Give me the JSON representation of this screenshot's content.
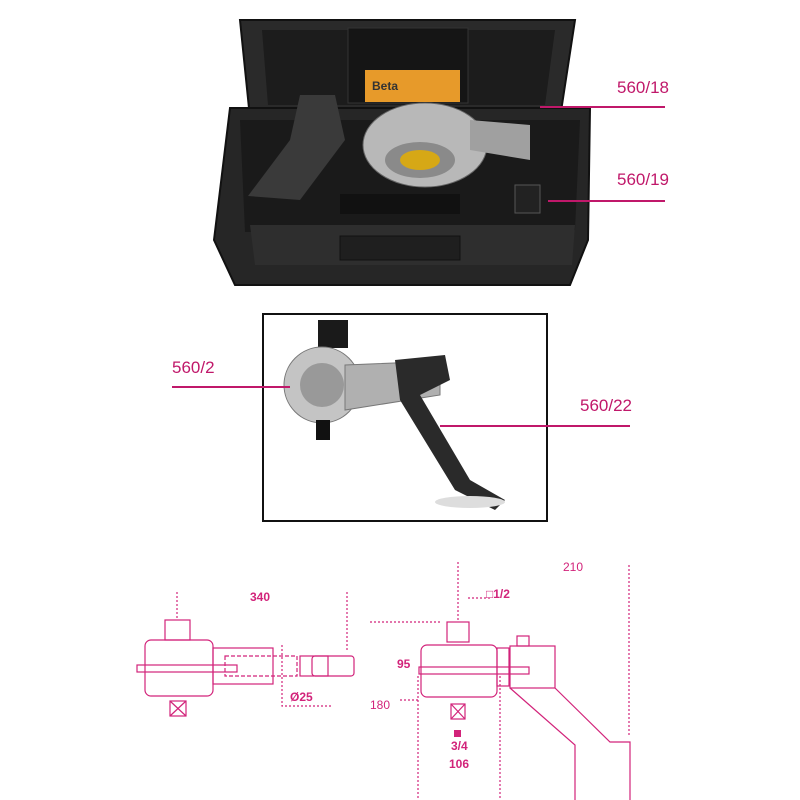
{
  "case_photo": {
    "brand_label": "Beta",
    "callouts": [
      {
        "label": "560/18"
      },
      {
        "label": "560/19"
      }
    ]
  },
  "tool_photo": {
    "callouts": [
      {
        "label": "560/2"
      },
      {
        "label": "560/22"
      }
    ]
  },
  "drawings": {
    "left": {
      "length": "340",
      "diameter": "Ø25"
    },
    "right": {
      "width": "210",
      "input_drive": "□1/2",
      "height": "95",
      "depth": "180",
      "output_drive": "3/4",
      "body_width": "106"
    }
  },
  "colors": {
    "callout": "#c0186a",
    "drawing": "#d2237a"
  }
}
